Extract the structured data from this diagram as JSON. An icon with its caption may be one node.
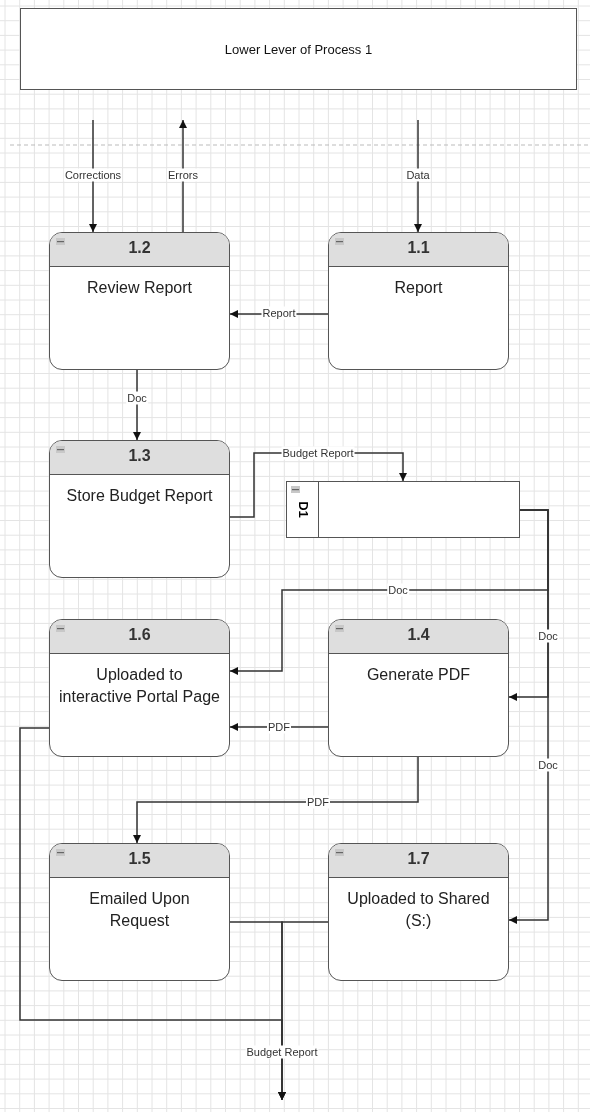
{
  "diagram": {
    "nodes": [
      {
        "text": [
          "Lower Lever of Process 1"
        ]
      },
      {
        "text": [
          "1.2",
          "Review Report"
        ]
      },
      {
        "text": [
          "1.1",
          "Report"
        ]
      },
      {
        "text": [
          "1.3",
          "Store Budget Report"
        ]
      },
      {
        "text": [
          "D1"
        ]
      },
      {
        "text": [
          "1.6",
          "Uploaded to interactive Portal Page"
        ]
      },
      {
        "text": [
          "1.4",
          "Generate PDF"
        ]
      },
      {
        "text": [
          "1.5",
          "Emailed Upon Request"
        ]
      },
      {
        "text": [
          "1.7",
          "Uploaded to Shared (S:)"
        ]
      }
    ],
    "edges": [
      {
        "from": null,
        "to": 1,
        "arrow": "to",
        "label": "Corrections"
      },
      {
        "from": 1,
        "to": null,
        "arrow": "to",
        "label": "Errors"
      },
      {
        "from": null,
        "to": 2,
        "arrow": "to",
        "label": "Data"
      },
      {
        "from": 2,
        "to": 1,
        "arrow": "to",
        "label": "Report"
      },
      {
        "from": 1,
        "to": 3,
        "arrow": "to",
        "label": "Doc"
      },
      {
        "from": 3,
        "to": 4,
        "arrow": "to",
        "label": "Budget Report"
      },
      {
        "from": 4,
        "to": 5,
        "arrow": "to",
        "label": "Doc"
      },
      {
        "from": 4,
        "to": 6,
        "arrow": "to",
        "label": "Doc"
      },
      {
        "from": 4,
        "to": 8,
        "arrow": "to",
        "label": "Doc"
      },
      {
        "from": 6,
        "to": 5,
        "arrow": "to",
        "label": "PDF"
      },
      {
        "from": 6,
        "to": 7,
        "arrow": "to",
        "label": "PDF"
      },
      {
        "from": 7,
        "to": null,
        "arrow": "to",
        "label": "Budget Report"
      },
      {
        "from": 8,
        "to": null,
        "arrow": "to"
      },
      {
        "from": 5,
        "to": null,
        "arrow": "to"
      }
    ]
  }
}
